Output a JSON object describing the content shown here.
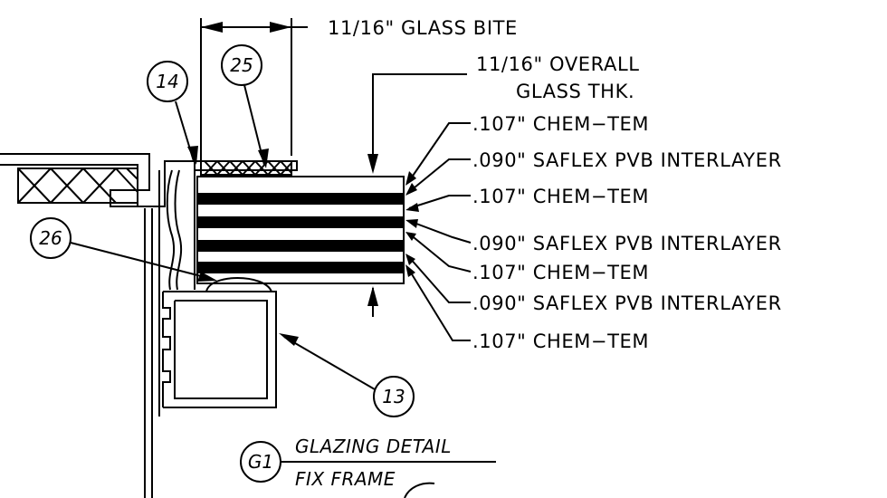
{
  "dimensions": {
    "glass_bite": "11/16\" GLASS BITE",
    "overall_line1": "11/16\" OVERALL",
    "overall_line2": "GLASS THK."
  },
  "layers": [
    ".107\" CHEM−TEM",
    ".090\" SAFLEX PVB INTERLAYER",
    ".107\" CHEM−TEM",
    ".090\" SAFLEX PVB INTERLAYER",
    ".107\" CHEM−TEM",
    ".090\" SAFLEX PVB INTERLAYER",
    ".107\" CHEM−TEM"
  ],
  "callouts": [
    "14",
    "25",
    "26",
    "13"
  ],
  "detail": {
    "id": "G1",
    "title": "GLAZING DETAIL",
    "subtitle": "FIX FRAME"
  }
}
